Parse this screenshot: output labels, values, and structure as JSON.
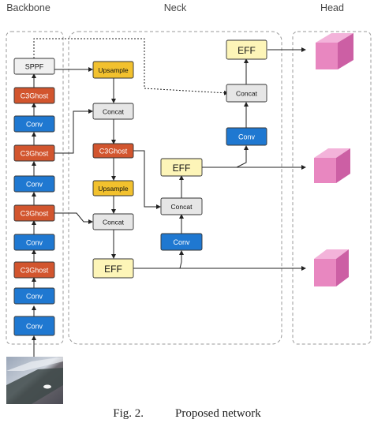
{
  "sections": {
    "backbone": "Backbone",
    "neck": "Neck",
    "head": "Head"
  },
  "backbone": [
    {
      "id": "sppf",
      "label": "SPPF",
      "kind": "sppf"
    },
    {
      "id": "c3g4",
      "label": "C3Ghost",
      "kind": "c3ghost"
    },
    {
      "id": "conv4",
      "label": "Conv",
      "kind": "conv"
    },
    {
      "id": "c3g3",
      "label": "C3Ghost",
      "kind": "c3ghost"
    },
    {
      "id": "conv3",
      "label": "Conv",
      "kind": "conv"
    },
    {
      "id": "c3g2",
      "label": "C3Ghost",
      "kind": "c3ghost"
    },
    {
      "id": "conv2",
      "label": "Conv",
      "kind": "conv"
    },
    {
      "id": "c3g1",
      "label": "C3Ghost",
      "kind": "c3ghost"
    },
    {
      "id": "conv1",
      "label": "Conv",
      "kind": "conv"
    },
    {
      "id": "conv0",
      "label": "Conv",
      "kind": "conv"
    }
  ],
  "neck": {
    "upsample1": "Upsample",
    "concat1": "Concat",
    "c3ghost": "C3Ghost",
    "upsample2": "Upsample",
    "concat2": "Concat",
    "eff1": "EFF",
    "conv_mid": "Conv",
    "concat3": "Concat",
    "eff2": "EFF",
    "conv_top": "Conv",
    "concat4": "Concat",
    "eff3": "EFF"
  },
  "colors": {
    "conv": "#1f78d1",
    "c3ghost": "#d2552e",
    "upsample": "#f2c12e",
    "concat": "#e6e6e6",
    "eff": "#fdf5b8",
    "sppf": "#f0f0f0",
    "head": "#e887c0"
  },
  "caption": {
    "fig": "Fig. 2.",
    "text": "Proposed network"
  }
}
